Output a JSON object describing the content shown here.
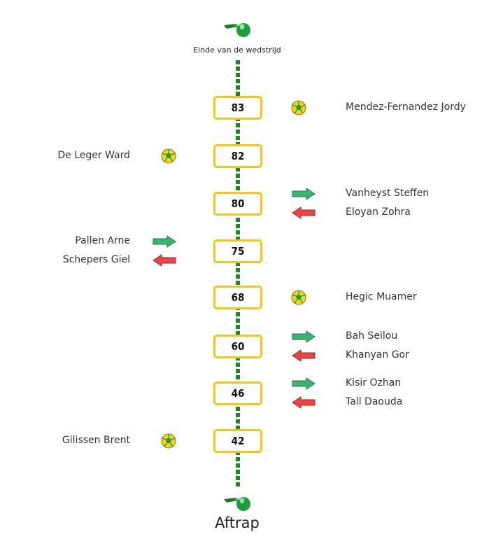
{
  "header": {
    "end_label": "Einde van de wedstrijd"
  },
  "footer": {
    "kickoff_label": "Aftrap"
  },
  "events": [
    {
      "minute": "83",
      "side": "right",
      "type": "goal",
      "players": [
        "Mendez-Fernandez Jordy"
      ]
    },
    {
      "minute": "82",
      "side": "left",
      "type": "goal",
      "players": [
        "De Leger Ward"
      ]
    },
    {
      "minute": "80",
      "side": "right",
      "type": "substitution",
      "players": [
        "Vanheyst Steffen",
        "Eloyan Zohra"
      ]
    },
    {
      "minute": "75",
      "side": "left",
      "type": "substitution",
      "players": [
        "Pallen Arne",
        "Schepers Giel"
      ]
    },
    {
      "minute": "68",
      "side": "right",
      "type": "goal",
      "players": [
        "Hegic Muamer"
      ]
    },
    {
      "minute": "60",
      "side": "right",
      "type": "substitution",
      "players": [
        "Bah Seilou",
        "Khanyan Gor"
      ]
    },
    {
      "minute": "46",
      "side": "right",
      "type": "substitution",
      "players": [
        "Kisir Ozhan",
        "Tall Daouda"
      ]
    },
    {
      "minute": "42",
      "side": "left",
      "type": "goal",
      "players": [
        "Gilissen Brent"
      ]
    }
  ],
  "icons": {
    "whistle": "whistle-icon",
    "goal": "soccer-ball-icon",
    "sub_in": "arrow-in-icon",
    "sub_out": "arrow-out-icon"
  },
  "colors": {
    "timeline": "#1e8a1e",
    "box_border": "#f5c518",
    "arrow_in": "#3cb371",
    "arrow_out": "#e84545",
    "ball_yellow": "#f2d21b",
    "ball_green": "#1f9a3c"
  }
}
